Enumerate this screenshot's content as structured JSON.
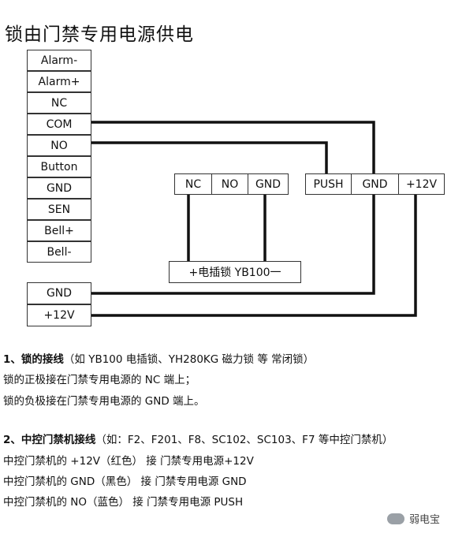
{
  "title": "锁由门禁专用电源供电",
  "controller_terminals": [
    "Alarm-",
    "Alarm+",
    "NC",
    "COM",
    "NO",
    "Button",
    "GND",
    "SEN",
    "Bell+",
    "Bell-"
  ],
  "lock_terminals": [
    "NC",
    "NO",
    "GND"
  ],
  "power_terminals": [
    "PUSH",
    "GND",
    "+12V"
  ],
  "lock_label": "+电插锁 YB100一",
  "controller_power": [
    "GND",
    "+12V"
  ],
  "notes": {
    "section1_title": "1、锁的接线",
    "section1_sub": "（如 YB100 电插锁、YH280KG 磁力锁 等 常闭锁）",
    "section1_line1": "锁的正极接在门禁专用电源的 NC 端上；",
    "section1_line2": "锁的负极接在门禁专用电源的 GND 端上。",
    "section2_title": "2、中控门禁机接线",
    "section2_sub": "（如：F2、F201、F8、SC102、SC103、F7 等中控门禁机）",
    "section2_line1": "中控门禁机的 +12V（红色）    接    门禁专用电源+12V",
    "section2_line2": "中控门禁机的 GND（黑色）    接    门禁专用电源 GND",
    "section2_line3": "中控门禁机的 NO（蓝色）    接    门禁专用电源 PUSH"
  },
  "watermark": "弱电宝"
}
